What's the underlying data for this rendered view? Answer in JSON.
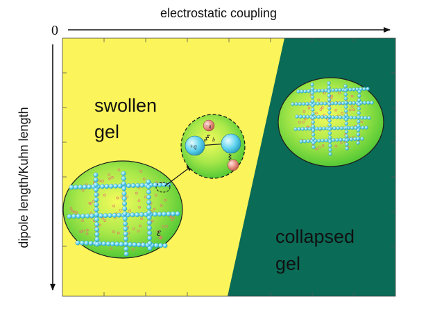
{
  "x_axis": {
    "label": "electrostatic coupling",
    "origin": "0"
  },
  "y_axis": {
    "label": "dipole length/Kuhn length"
  },
  "regions": {
    "swollen": {
      "line1": "swollen",
      "line2": "gel",
      "color": "#fbf45a"
    },
    "collapsed": {
      "line1": "collapsed",
      "line2": "gel",
      "color": "#0a6b57"
    }
  },
  "inset": {
    "plus_charge": "+q",
    "minus_charge": "−q",
    "bond_length": "b"
  },
  "gel_symbol": "ε",
  "colors": {
    "monomer": "#5fd3ee",
    "counter_ion": "#e58a7c",
    "gel_green": "#59d23a"
  }
}
